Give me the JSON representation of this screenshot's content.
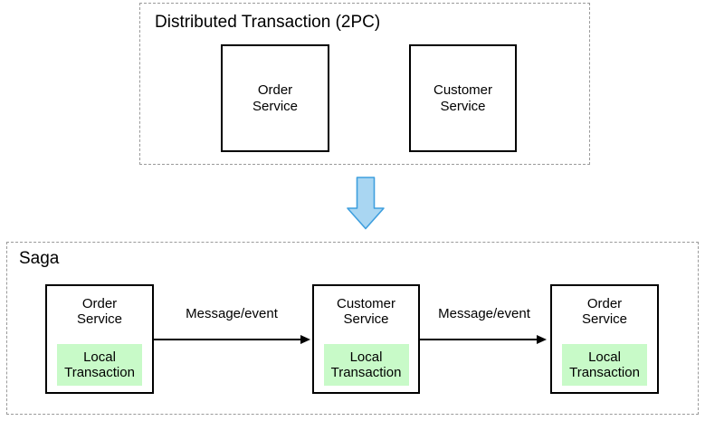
{
  "colors": {
    "local_bg": "#c8fac8",
    "arrow_fill": "#a9d6f2",
    "arrow_stroke": "#3f9fde",
    "dash_border": "#9a9a9a",
    "node_border": "#000000",
    "text": "#000000"
  },
  "top_section": {
    "title": "Distributed Transaction (2PC)",
    "nodes": [
      {
        "line1": "Order",
        "line2": "Service"
      },
      {
        "line1": "Customer",
        "line2": "Service"
      }
    ]
  },
  "transform": {
    "icon": "down-arrow"
  },
  "bottom_section": {
    "title": "Saga",
    "nodes": [
      {
        "line1": "Order",
        "line2": "Service",
        "local": {
          "line1": "Local",
          "line2": "Transaction"
        }
      },
      {
        "line1": "Customer",
        "line2": "Service",
        "local": {
          "line1": "Local",
          "line2": "Transaction"
        }
      },
      {
        "line1": "Order",
        "line2": "Service",
        "local": {
          "line1": "Local",
          "line2": "Transaction"
        }
      }
    ],
    "edges": [
      {
        "label": "Message/event"
      },
      {
        "label": "Message/event"
      }
    ]
  }
}
